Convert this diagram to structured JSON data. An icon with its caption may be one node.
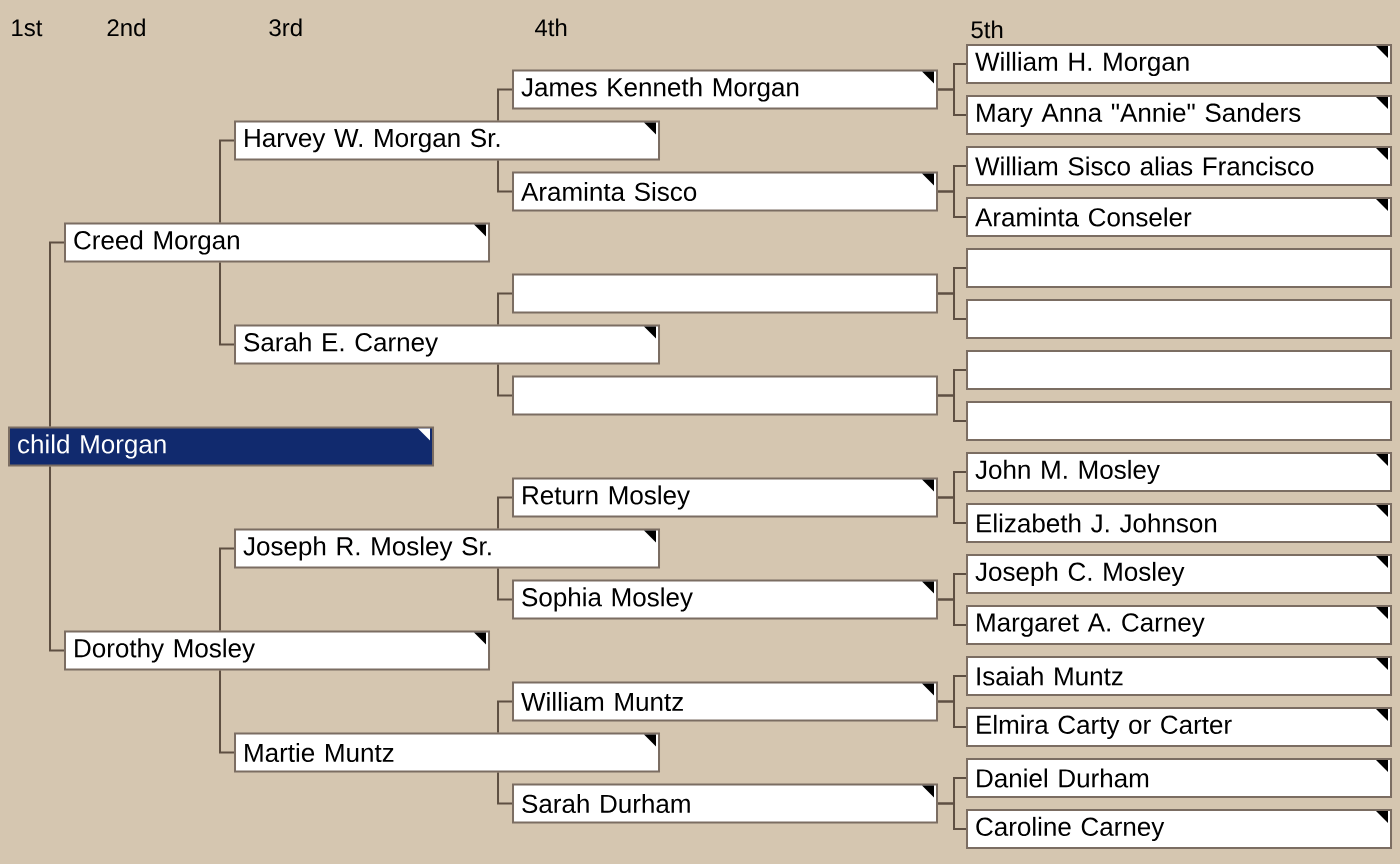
{
  "diagram": {
    "nodes": [
      {
        "text": [
          "child Morgan"
        ]
      },
      {
        "text": [
          "Creed Morgan"
        ]
      },
      {
        "text": [
          "Dorothy Mosley"
        ]
      },
      {
        "text": [
          "Harvey W. Morgan Sr."
        ]
      },
      {
        "text": [
          "Sarah E. Carney"
        ]
      },
      {
        "text": [
          "Joseph R. Mosley Sr."
        ]
      },
      {
        "text": [
          "Martie Muntz"
        ]
      },
      {
        "text": [
          "James Kenneth Morgan"
        ]
      },
      {
        "text": [
          "Araminta Sisco"
        ]
      },
      {
        "text": [],
        "shape": "box"
      },
      {
        "text": [],
        "shape": "box"
      },
      {
        "text": [
          "Return Mosley"
        ]
      },
      {
        "text": [
          "Sophia Mosley"
        ]
      },
      {
        "text": [
          "William Muntz"
        ]
      },
      {
        "text": [
          "Sarah Durham"
        ]
      },
      {
        "text": [
          "William H. Morgan"
        ]
      },
      {
        "text": [
          "Mary Anna \"Annie\" Sanders"
        ]
      },
      {
        "text": [
          "William Sisco alias Francisco"
        ]
      },
      {
        "text": [
          "Araminta Conseler"
        ]
      },
      {
        "text": [],
        "shape": "box"
      },
      {
        "text": [],
        "shape": "box"
      },
      {
        "text": [],
        "shape": "box"
      },
      {
        "text": [],
        "shape": "box"
      },
      {
        "text": [
          "John M. Mosley"
        ]
      },
      {
        "text": [
          "Elizabeth J. Johnson"
        ]
      },
      {
        "text": [
          "Joseph C. Mosley"
        ]
      },
      {
        "text": [
          "Margaret A. Carney"
        ]
      },
      {
        "text": [
          "Isaiah Muntz"
        ]
      },
      {
        "text": [
          "Elmira Carty or Carter"
        ]
      },
      {
        "text": [
          "Daniel Durham"
        ]
      },
      {
        "text": [
          "Caroline Carney"
        ]
      }
    ],
    "edges": [
      {
        "from": 0,
        "to": 1,
        "arrow": "none"
      },
      {
        "from": 0,
        "to": 2,
        "arrow": "none"
      },
      {
        "from": 1,
        "to": 3,
        "arrow": "none"
      },
      {
        "from": 1,
        "to": 4,
        "arrow": "none"
      },
      {
        "from": 2,
        "to": 5,
        "arrow": "none"
      },
      {
        "from": 2,
        "to": 6,
        "arrow": "none"
      },
      {
        "from": 3,
        "to": 7,
        "arrow": "none"
      },
      {
        "from": 3,
        "to": 8,
        "arrow": "none"
      },
      {
        "from": 4,
        "to": 9,
        "arrow": "none"
      },
      {
        "from": 4,
        "to": 10,
        "arrow": "none"
      },
      {
        "from": 5,
        "to": 11,
        "arrow": "none"
      },
      {
        "from": 5,
        "to": 12,
        "arrow": "none"
      },
      {
        "from": 6,
        "to": 13,
        "arrow": "none"
      },
      {
        "from": 6,
        "to": 14,
        "arrow": "none"
      },
      {
        "from": 7,
        "to": 15,
        "arrow": "none"
      },
      {
        "from": 7,
        "to": 16,
        "arrow": "none"
      },
      {
        "from": 8,
        "to": 17,
        "arrow": "none"
      },
      {
        "from": 8,
        "to": 18,
        "arrow": "none"
      },
      {
        "from": 9,
        "to": 19,
        "arrow": "none"
      },
      {
        "from": 9,
        "to": 20,
        "arrow": "none"
      },
      {
        "from": 10,
        "to": 21,
        "arrow": "none"
      },
      {
        "from": 10,
        "to": 22,
        "arrow": "none"
      },
      {
        "from": 11,
        "to": 23,
        "arrow": "none"
      },
      {
        "from": 11,
        "to": 24,
        "arrow": "none"
      },
      {
        "from": 12,
        "to": 25,
        "arrow": "none"
      },
      {
        "from": 12,
        "to": 26,
        "arrow": "none"
      },
      {
        "from": 13,
        "to": 27,
        "arrow": "none"
      },
      {
        "from": 13,
        "to": 28,
        "arrow": "none"
      },
      {
        "from": 14,
        "to": 29,
        "arrow": "none"
      },
      {
        "from": 14,
        "to": 30,
        "arrow": "none"
      }
    ],
    "labels": [
      "1st",
      "2nd",
      "3rd",
      "4th",
      "5th"
    ]
  }
}
